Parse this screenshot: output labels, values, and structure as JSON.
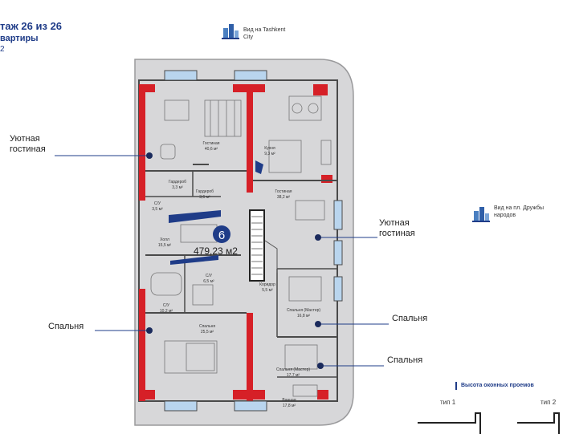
{
  "header": {
    "floor": "таж 26 из 26",
    "apartments": "вартиры",
    "code": "2"
  },
  "views": {
    "tashkent_city": {
      "label": "Вид на Tashkent City",
      "icon": "building-icon"
    },
    "druzhby": {
      "label": "Вид на пл. Дружбы народов",
      "icon": "building-icon"
    }
  },
  "apartment": {
    "number": "6",
    "area": "479,23 м2"
  },
  "callouts": {
    "left_living": "Уютная гостиная",
    "right_living": "Уютная гостиная",
    "left_bedroom": "Спальня",
    "right_bedroom_1": "Спальня",
    "right_bedroom_2": "Спальня"
  },
  "rooms": [
    {
      "id": "living-left",
      "name": "Гостиная",
      "area": "40,6 м²"
    },
    {
      "id": "kitchen",
      "name": "Кухня",
      "area": "9,3 м²"
    },
    {
      "id": "wardrobe-1",
      "name": "Гардероб",
      "area": "3,3 м²"
    },
    {
      "id": "wardrobe-2",
      "name": "Гардероб",
      "area": "3,6 м²"
    },
    {
      "id": "wc-1",
      "name": "С/У",
      "area": "3,5 м²"
    },
    {
      "id": "living-center",
      "name": "Гостиная",
      "area": "38,2 м²"
    },
    {
      "id": "hall",
      "name": "Холл",
      "area": "15,5 м²"
    },
    {
      "id": "wc-2",
      "name": "С/У",
      "area": "6,5 м²"
    },
    {
      "id": "wc-3",
      "name": "С/У",
      "area": "10,2 м²"
    },
    {
      "id": "corridor",
      "name": "Коридор",
      "area": "5,5 м²"
    },
    {
      "id": "bedroom-right-1",
      "name": "Спальня (Мастер)",
      "area": "16,8 м²"
    },
    {
      "id": "bedroom-left",
      "name": "Спальня",
      "area": "25,5 м²"
    },
    {
      "id": "bedroom-right-2",
      "name": "Спальня (Мастер)",
      "area": "17,7 м²"
    },
    {
      "id": "bathroom",
      "name": "Ванная",
      "area": "17,8 м²"
    }
  ],
  "legend": {
    "title": "Высота оконных проемов",
    "type1": "тип 1",
    "type2": "тип 2"
  },
  "colors": {
    "wall": "#d62027",
    "floor": "#d7d7d9",
    "accent": "#1f3c88",
    "marker": "#1a2a5c"
  }
}
